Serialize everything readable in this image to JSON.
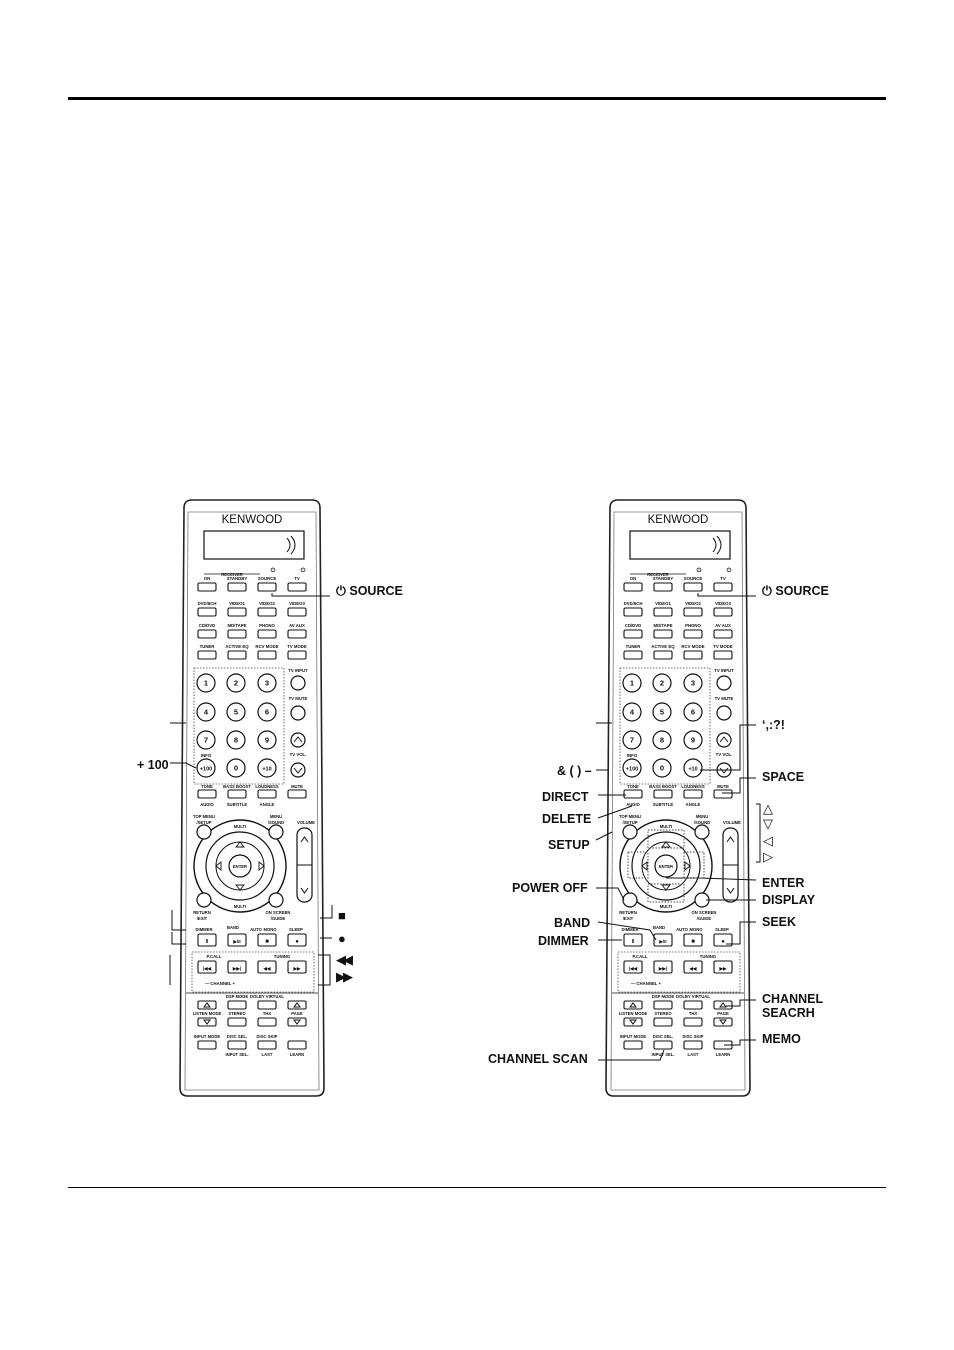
{
  "remote": {
    "brand": "KENWOOD",
    "rows": {
      "receiver_header": "RECEIVER",
      "r1": [
        "ON",
        "STANDBY",
        "SOURCE",
        "TV"
      ],
      "r2": [
        "DVD/6CH",
        "VIDEO1",
        "VIDEO2",
        "VIDEO3"
      ],
      "r3": [
        "CD/DVD",
        "MD/TAPE",
        "PHONO",
        "AV AUX"
      ],
      "r4": [
        "TUNER",
        "ACTIVE EQ",
        "RCV MODE",
        "TV MODE"
      ],
      "tv_input": "TV INPUT",
      "tv_mute": "TV MUTE",
      "tv_vol": "TV VOL.",
      "digits": [
        "1",
        "2",
        "3",
        "4",
        "5",
        "6",
        "7",
        "8",
        "9"
      ],
      "info": "INFO",
      "plus100": "+100",
      "zero": "0",
      "plus10": "+10",
      "under_top": [
        "TONE",
        "BASS BOOST",
        "LOUDNESS",
        "MUTE"
      ],
      "under_bot": [
        "AUDIO",
        "SUBTITLE",
        "ANGLE"
      ],
      "top_menu": "TOP MENU /SETUP",
      "menu_sound": "MENU /SOUND",
      "volume": "VOLUME",
      "multi": "MULTI",
      "enter": "ENTER",
      "return_exit": "RETURN /EXIT",
      "on_screen": "ON SCREEN /GUIDE",
      "row_a": [
        "DIMMER",
        "BAND",
        "AUTO",
        "MONO",
        "SLEEP"
      ],
      "pcall": "P.CALL",
      "tuning": "TUNING",
      "channel": "— CHANNEL +",
      "dsp": [
        "DSP MODE",
        "DOLBY VIRTUAL"
      ],
      "listen": [
        "LISTEN MODE",
        "STEREO",
        "THX",
        "PAGE"
      ],
      "input": [
        "INPUT MODE",
        "DISC SEL.",
        "DISC SKIP"
      ],
      "input2": [
        "INPUT SEL.",
        "LAST",
        "LEARN"
      ]
    }
  },
  "left_labels": {
    "source": "⏻  SOURCE",
    "plus100": "+ 100",
    "stop": "■",
    "rec": "●",
    "rew": "◀◀",
    "ff": "▶▶"
  },
  "right_labels": {
    "source": "⏻  SOURCE",
    "punct": "‘,:?!",
    "amp": "& ( ) –",
    "space": "SPACE",
    "direct": "DIRECT",
    "delete": "DELETE",
    "setup": "SETUP",
    "up": "△",
    "down": "▽",
    "left": "◁",
    "right": "▷",
    "power_off": "POWER OFF",
    "enter": "ENTER",
    "display": "DISPLAY",
    "band": "BAND",
    "seek": "SEEK",
    "dimmer": "DIMMER",
    "channel_search": "CHANNEL\nSEACRH",
    "memo": "MEMO",
    "channel_scan": "CHANNEL SCAN"
  }
}
